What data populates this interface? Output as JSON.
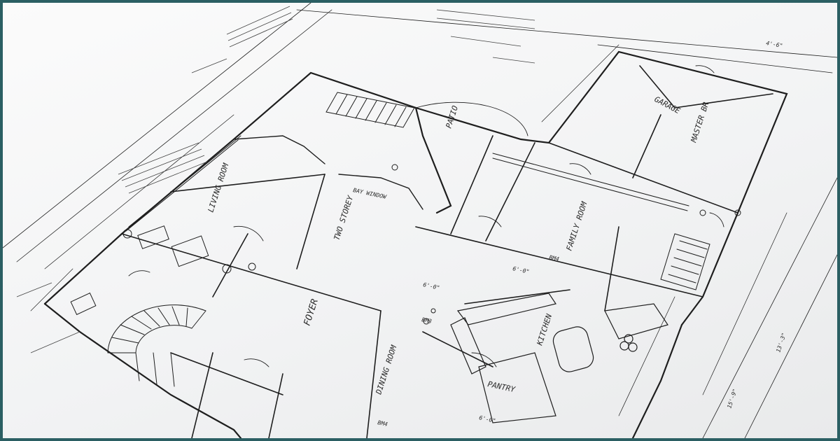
{
  "image": {
    "subject": "architectural-floor-plan-blueprint",
    "frame_color": "#2b5f63",
    "paper_color": "#f4f5f6",
    "ink_color": "#1e1e1e"
  },
  "labels": {
    "living_room": "LIVING ROOM",
    "foyer": "FOYER",
    "dining_room": "DINING ROOM",
    "family_room": "FAMILY ROOM",
    "kitchen": "KITCHEN",
    "pantry": "PANTRY",
    "master_bedroom": "MASTER BR",
    "two_storey": "TWO STOREY",
    "bay_window": "BAY WINDOW",
    "garage": "GARAGE",
    "patio": "PATIO",
    "beam_1": "BM4",
    "beam_2": "BM3",
    "beam_3": "BM4",
    "dim_1": "6'-0\"",
    "dim_2": "6'-0\"",
    "dim_3": "4'-6\"",
    "dim_4": "15'-9\"",
    "dim_5": "13'-3\"",
    "dim_6": "6'-0\""
  }
}
